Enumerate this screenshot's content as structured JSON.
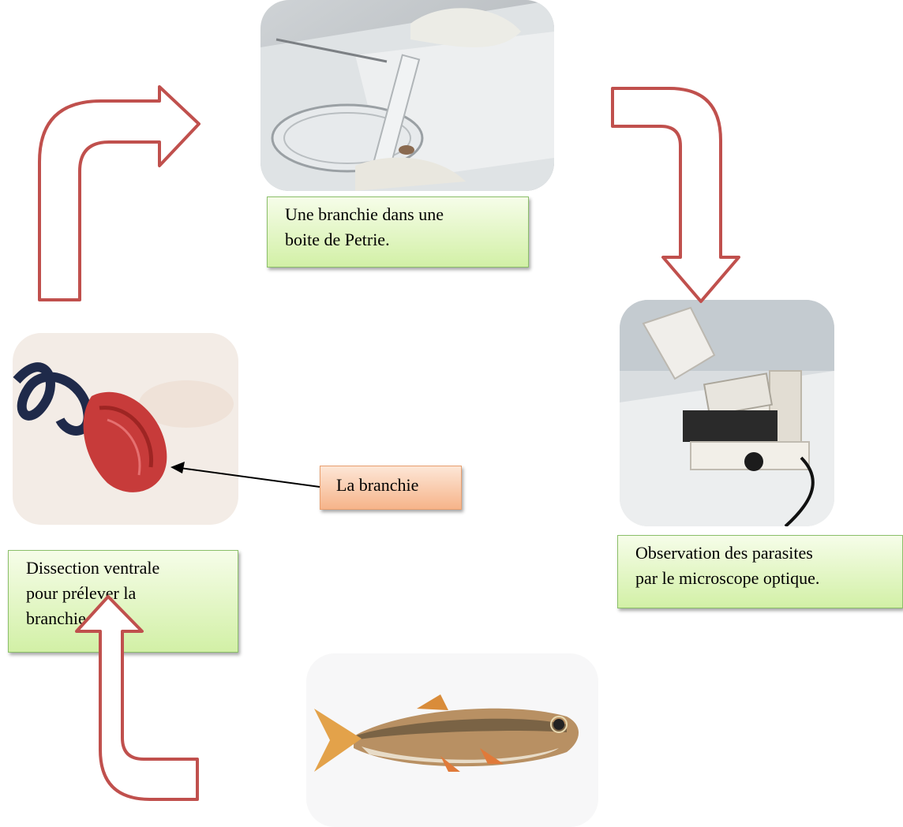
{
  "steps": {
    "petri": {
      "caption": [
        "Une branchie dans une",
        "boite de Petrie."
      ]
    },
    "microscope": {
      "caption": [
        "Observation des parasites",
        "par le microscope optique."
      ]
    },
    "dissection": {
      "caption": [
        "Dissection ventrale",
        "pour prélever la",
        "branchie."
      ]
    },
    "gill_callout": "La branchie"
  },
  "colors": {
    "arrow_stroke": "#c0504d",
    "label_fill": "#d2f0a6",
    "callout_fill": "#f6b48a"
  }
}
